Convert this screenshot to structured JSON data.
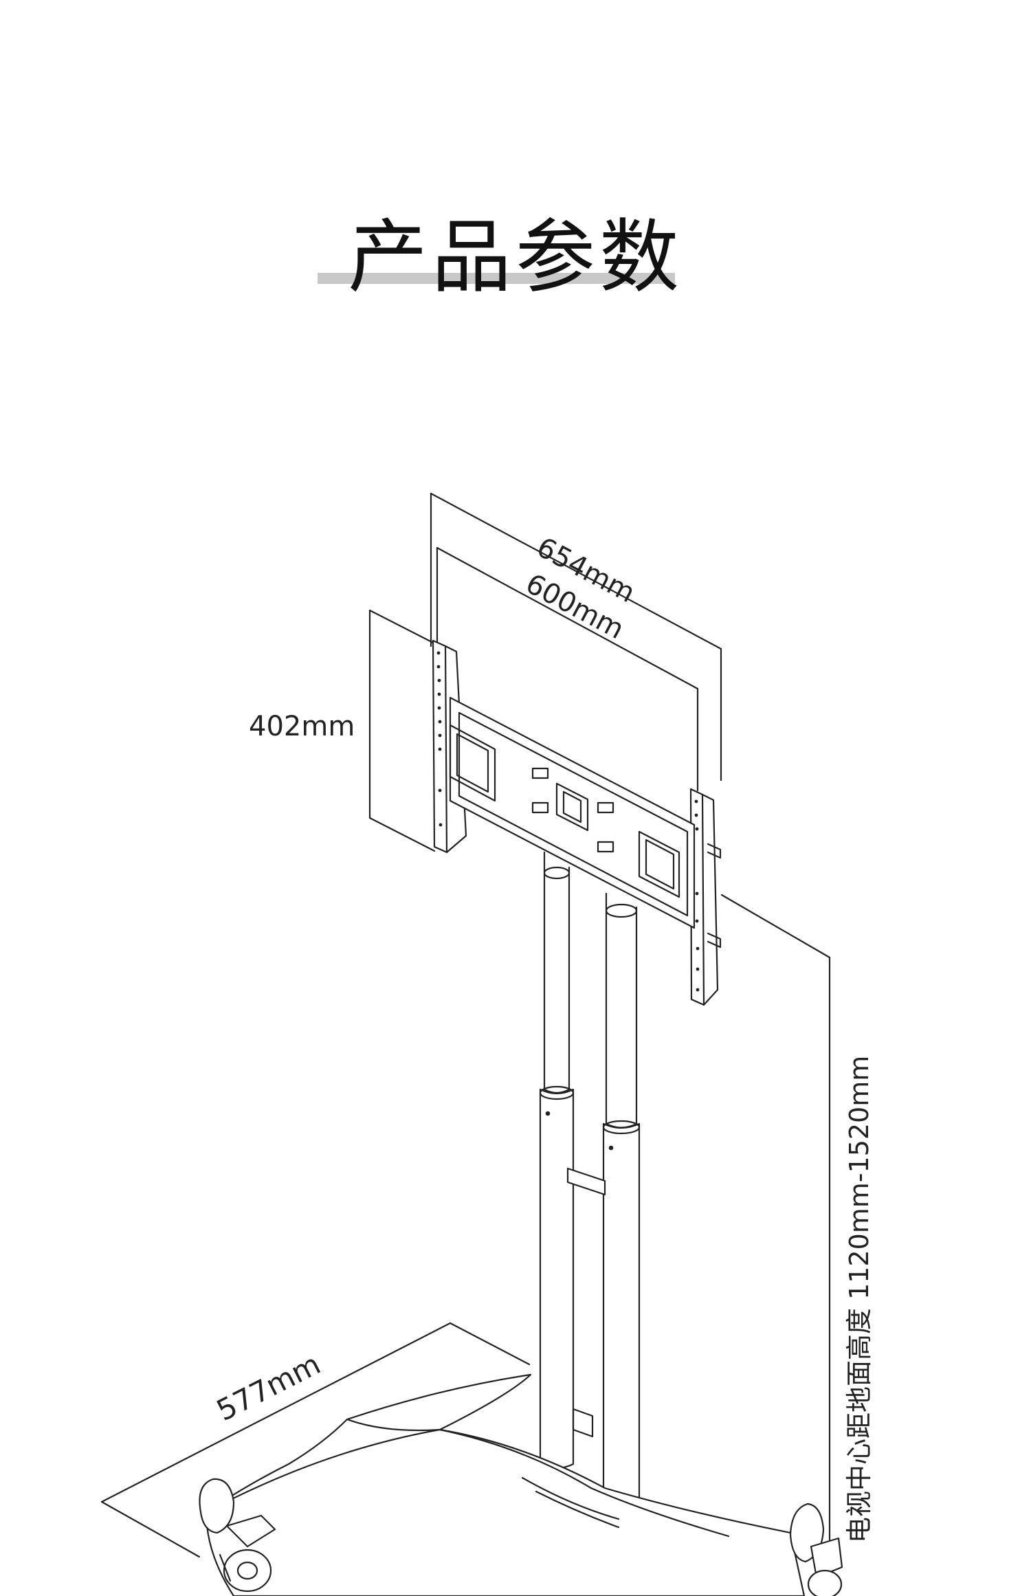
{
  "header": {
    "title": "产品参数"
  },
  "dimensions": {
    "outer_width": "654mm",
    "inner_width": "600mm",
    "height": "402mm",
    "base_depth": "577mm",
    "center_height": "电视中心距地面高度 1120mm-1520mm"
  },
  "colors": {
    "line": "#222222",
    "title_underline": "#c8c8c8"
  }
}
